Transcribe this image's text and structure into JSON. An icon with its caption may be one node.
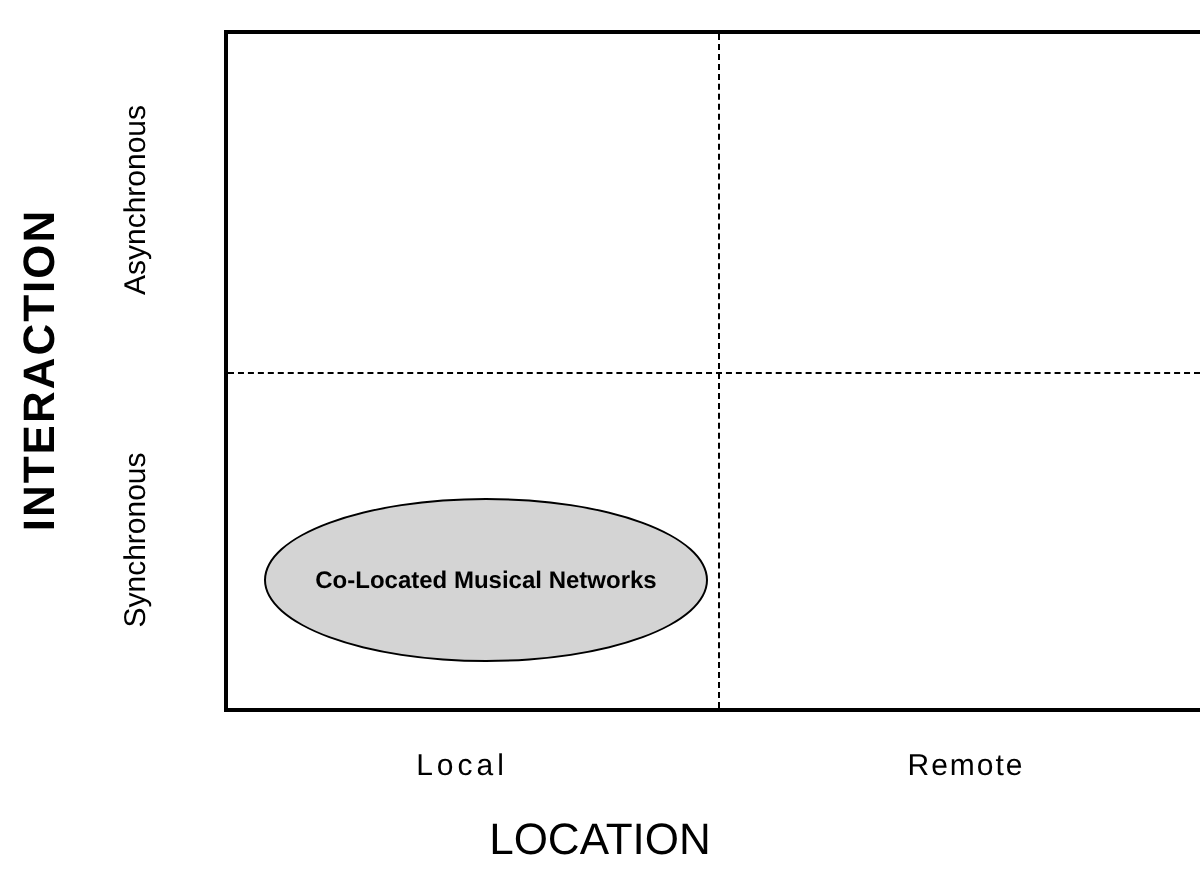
{
  "diagram": {
    "nodes": [
      {
        "text": [
          "Co-Located Musical Networks"
        ]
      }
    ],
    "labels": [
      "INTERACTION",
      "Asynchronous",
      "Synchronous",
      "Local",
      "Remote",
      "LOCATION"
    ]
  }
}
